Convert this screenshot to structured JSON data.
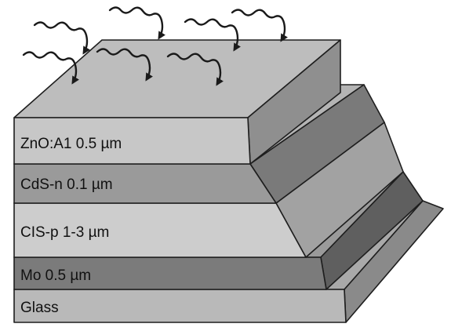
{
  "diagram": {
    "layers": [
      {
        "key": "zno",
        "label": "ZnO:A1 0.5 µm",
        "front_color": "#c7c7c7",
        "side_color": "#8f8f8f",
        "top_color": "#bdbdbd"
      },
      {
        "key": "cds",
        "label": "CdS-n 0.1 µm",
        "front_color": "#9a9a9a",
        "side_color": "#7a7a7a",
        "top_color": "#b4b4b4"
      },
      {
        "key": "cis",
        "label": "CIS-p 1-3 µm",
        "front_color": "#cdcdcd",
        "side_color": "#a2a2a2",
        "top_color": "#bababa"
      },
      {
        "key": "mo",
        "label": "Mo 0.5 µm",
        "front_color": "#7b7b7b",
        "side_color": "#5f5f5f",
        "top_color": "#9a9a9a"
      },
      {
        "key": "glass",
        "label": "Glass",
        "front_color": "#b9b9b9",
        "side_color": "#8a8a8a",
        "top_color": "#a9a9a9"
      }
    ],
    "incident_light": {
      "icon": "wavy-arrow-icon",
      "ray_count": 7
    }
  }
}
